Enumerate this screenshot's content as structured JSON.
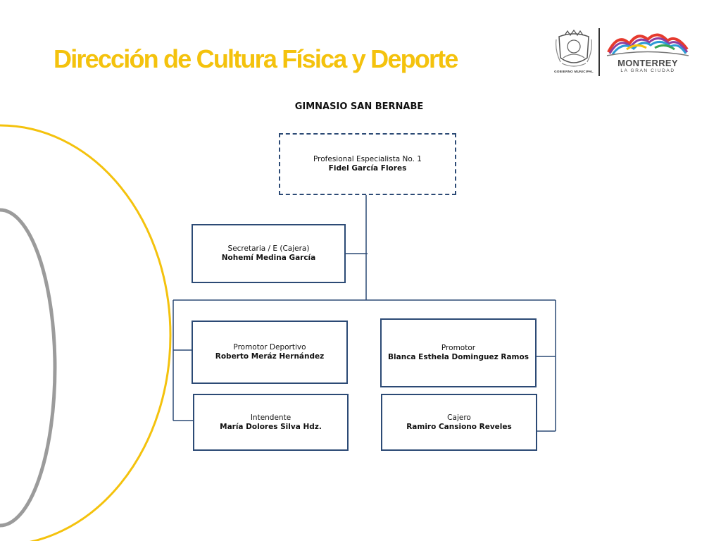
{
  "header": {
    "title": "Dirección de Cultura Física y Deporte",
    "title_color": "#f4c20d"
  },
  "logos": {
    "seal_caption": "GOBIERNO MUNICIPAL",
    "city_name": "MONTERREY",
    "city_tagline": "LA GRAN CIUDAD",
    "mountain_colors": [
      "#e63a2e",
      "#8e3fa0",
      "#2d9bd6",
      "#f4c20d",
      "#3aa655"
    ]
  },
  "decoration": {
    "arc_primary_color": "#f4c20d",
    "arc_secondary_color": "#9b9b9b"
  },
  "org_chart": {
    "title": "GIMNASIO SAN BERNABE",
    "line_color": "#2c4a75",
    "head": {
      "role": "Profesional Especialista No. 1",
      "name": "Fidel García Flores"
    },
    "staff": {
      "role": "Secretaria / E (Cajera)",
      "name": "Nohemí Medina García"
    },
    "members": [
      {
        "role": "Promotor Deportivo",
        "name": "Roberto Meráz Hernández"
      },
      {
        "role": "Promotor",
        "name": "Blanca Esthela Dominguez Ramos"
      },
      {
        "role": "Intendente",
        "name": "María Dolores Silva Hdz."
      },
      {
        "role": "Cajero",
        "name": "Ramiro Cansiono Reveles"
      }
    ]
  }
}
